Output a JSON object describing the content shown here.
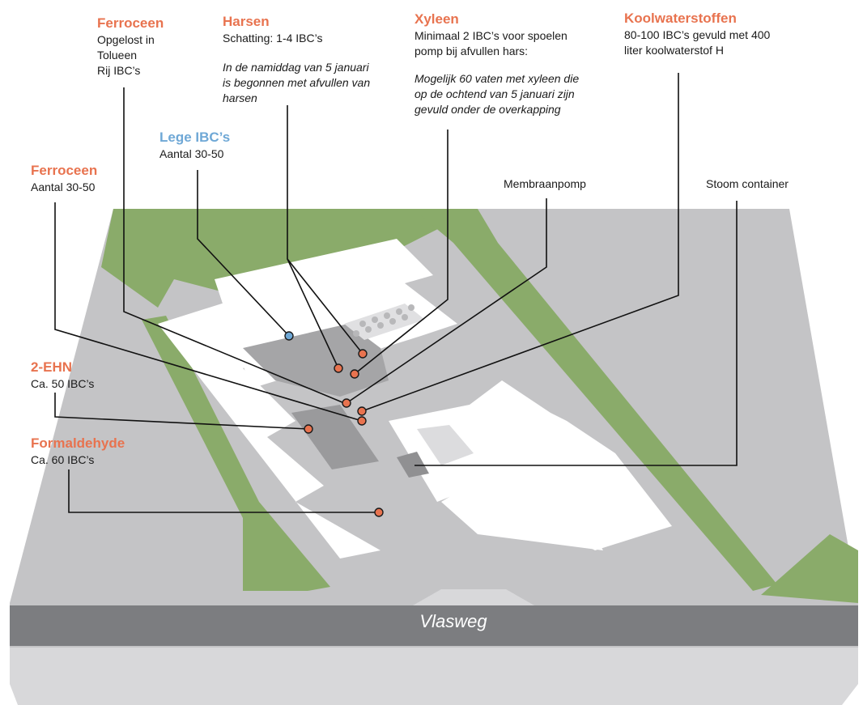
{
  "colors": {
    "accent_orange": "#e8734f",
    "accent_blue": "#6fa8d6",
    "grass": "#8aab6a",
    "ground": "#c4c4c6",
    "building": "#ffffff",
    "road": "#7c7d80"
  },
  "road": {
    "name": "Vlasweg"
  },
  "callouts": {
    "ferroceen_top": {
      "title": "Ferroceen",
      "lines": "Opgelost in\nTolueen\nRij IBC’s"
    },
    "harsen": {
      "title": "Harsen",
      "line": "Schatting: 1-4 IBC’s",
      "note": "In de namiddag van 5 januari\nis begonnen met afvullen van\nharsen"
    },
    "xyleen": {
      "title": "Xyleen",
      "line": "Minimaal 2 IBC’s voor spoelen\npomp bij afvullen hars:",
      "note": "Mogelijk 60 vaten met xyleen die\nop de ochtend van 5 januari zijn\ngevuld onder de overkapping"
    },
    "koolwaterstoffen": {
      "title": "Koolwaterstoffen",
      "line": "80-100 IBC’s gevuld met 400\nliter koolwaterstof H"
    },
    "lege_ibcs": {
      "title": "Lege IBC’s",
      "line": "Aantal 30-50"
    },
    "ferroceen_mid": {
      "title": "Ferroceen",
      "line": "Aantal 30-50"
    },
    "membraanpomp": {
      "label": "Membraanpomp"
    },
    "stoom_container": {
      "label": "Stoom container"
    },
    "twee_ehn": {
      "title": "2-EHN",
      "line": "Ca. 50 IBC’s"
    },
    "formaldehyde": {
      "title": "Formaldehyde",
      "line": "Ca. 60 IBC’s"
    }
  }
}
